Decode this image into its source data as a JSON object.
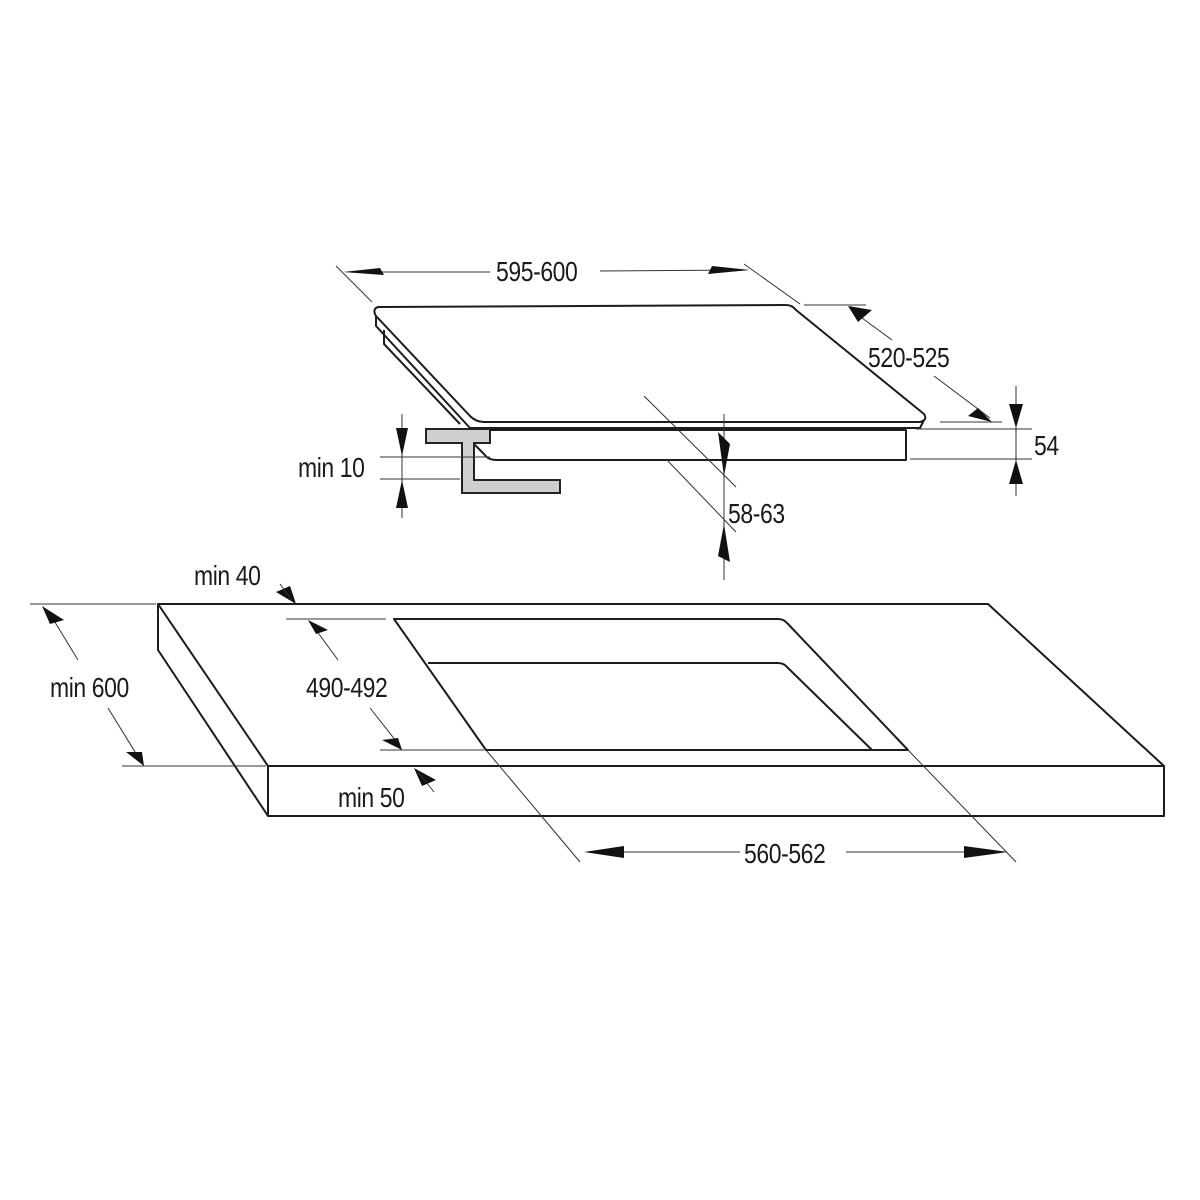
{
  "diagram": {
    "title": "Hob built-in installation dimensions",
    "units": "mm",
    "colors": {
      "line": "#1c1c1c",
      "bracket_fill": "#cfcfcf",
      "background": "#ffffff"
    },
    "hob": {
      "width_label": "595-600",
      "depth_label": "520-525",
      "height_label": "54",
      "bracket_gap_label": "min 10",
      "clearance_label": "58-63"
    },
    "worktop": {
      "front_edge_distance_label": "min 40",
      "worktop_depth_label": "min 600",
      "cutout_depth_label": "490-492",
      "rear_edge_distance_label": "min 50",
      "cutout_width_label": "560-562"
    }
  }
}
